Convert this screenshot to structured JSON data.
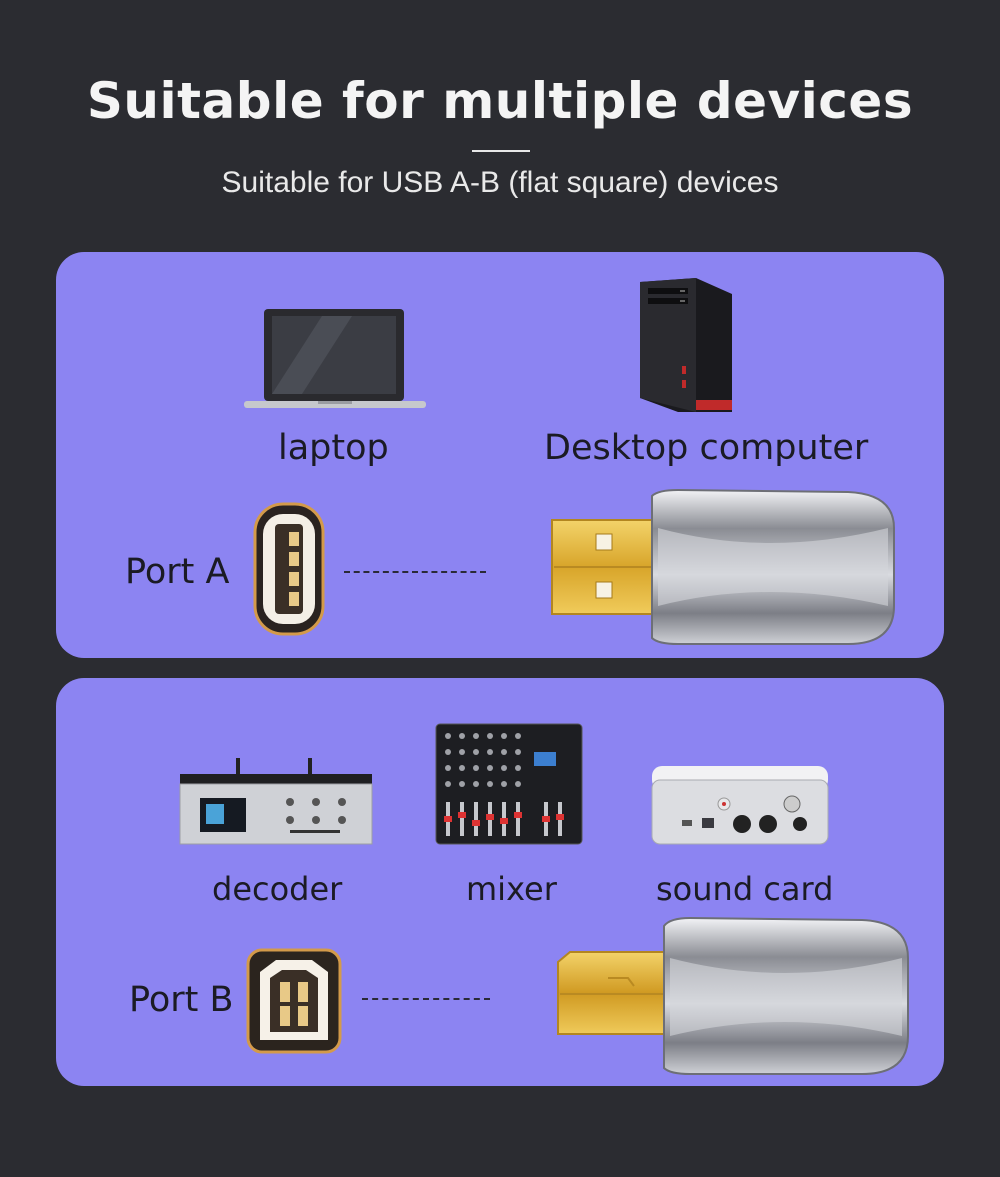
{
  "header": {
    "title": "Suitable for multiple devices",
    "subtitle": "Suitable for USB A-B (flat square) devices"
  },
  "panel_a": {
    "devices": [
      {
        "label": "laptop",
        "icon": "laptop-icon"
      },
      {
        "label": "Desktop computer",
        "icon": "desktop-computer-icon"
      }
    ],
    "port_label": "Port A",
    "port_icon": "usb-a-port-icon",
    "plug_icon": "usb-a-plug-icon"
  },
  "panel_b": {
    "devices": [
      {
        "label": "decoder",
        "icon": "decoder-icon"
      },
      {
        "label": "mixer",
        "icon": "mixer-icon"
      },
      {
        "label": "sound card",
        "icon": "sound-card-icon"
      }
    ],
    "port_label": "Port B",
    "port_icon": "usb-b-port-icon",
    "plug_icon": "usb-b-plug-icon"
  },
  "colors": {
    "background": "#2b2c31",
    "panel": "#8c84f2",
    "gold": "#e3b23c",
    "silver": "#c9cbd2"
  }
}
